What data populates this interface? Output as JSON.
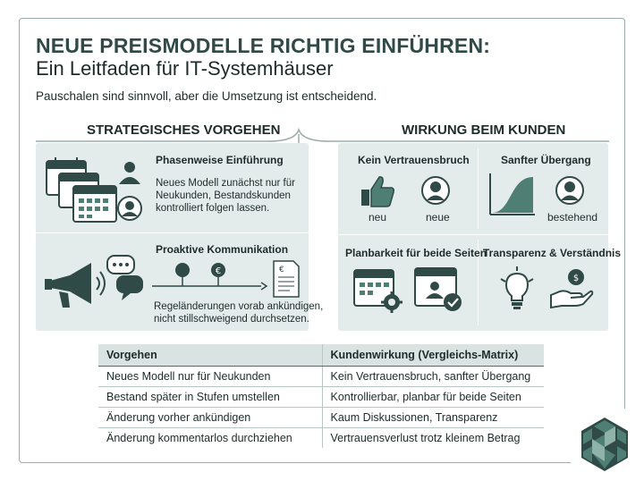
{
  "header": {
    "title_line1": "NEUE PREISMODELLE RICHTIG EINFÜHREN:",
    "title_line2": "Ein Leitfaden für IT-Systemhäuser",
    "subtitle": "Pauschalen sind sinnvoll, aber die Umsetzung ist entscheidend."
  },
  "left_section": {
    "heading": "STRATEGISCHES VORGEHEN",
    "phase": {
      "title": "Phasenweise Einführung",
      "lines": [
        "Neues Modell zunächst nur für",
        "Neukunden, Bestandskunden",
        "kontrolliert folgen lassen."
      ]
    },
    "communication": {
      "title": "Proaktive Kommunikation",
      "lines": [
        "Regeländerungen vorab ankündigen,",
        "nicht stillschweigend durchsetzen."
      ]
    }
  },
  "right_section": {
    "heading": "WIRKUNG BEIM KUNDEN",
    "trust": {
      "title": "Kein Vertrauensbruch",
      "label_a": "neu",
      "label_b": "neue"
    },
    "transition": {
      "title": "Sanfter Übergang",
      "label": "bestehend"
    },
    "planning": {
      "title": "Planbarkeit für beide Seiten"
    },
    "transparency": {
      "title": "Transparenz & Verständnis"
    }
  },
  "matrix": {
    "headers": [
      "Vorgehen",
      "Kundenwirkung (Vergleichs-Matrix)"
    ],
    "rows": [
      [
        "Neues Modell nur für Neukunden",
        "Kein Vertrauensbruch, sanfter Übergang"
      ],
      [
        "Bestand später in Stufen umstellen",
        "Kontrollierbar, planbar für beide Seiten"
      ],
      [
        "Änderung vorher ankündigen",
        "Kaum Diskussionen, Transparenz"
      ],
      [
        "Änderung kommentarlos durchziehen",
        "Vertrauensverlust trotz kleinem Betrag"
      ]
    ]
  },
  "colors": {
    "primary": "#2f4a47",
    "panel": "#e3ecea",
    "accent": "#4f7f74",
    "line": "#9aaeaa"
  }
}
